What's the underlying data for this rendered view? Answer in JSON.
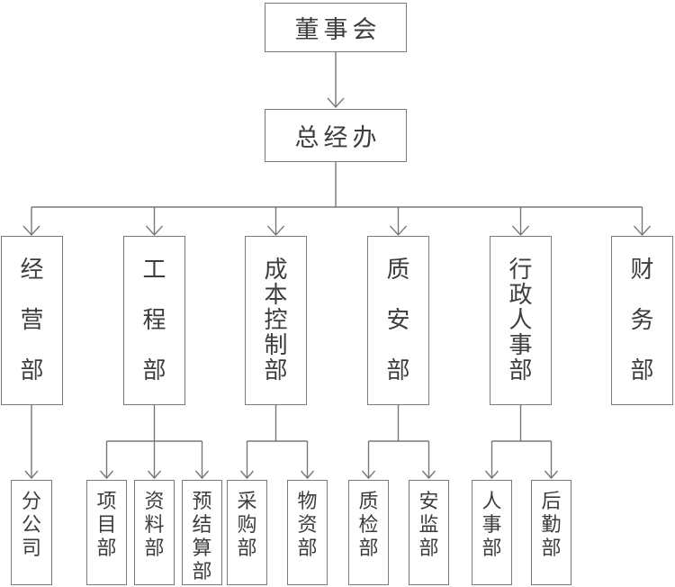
{
  "diagram": {
    "type": "org-chart",
    "title": "",
    "nodes": {
      "board": {
        "label": "董事会",
        "level": 1
      },
      "gm_office": {
        "label": "总经办",
        "level": 2
      },
      "business": {
        "label": "经营部",
        "level": 3
      },
      "engineering": {
        "label": "工程部",
        "level": 3
      },
      "cost_control": {
        "label": "成本控制部",
        "level": 3
      },
      "quality_safety": {
        "label": "质安部",
        "level": 3
      },
      "admin_hr": {
        "label": "行政人事部",
        "level": 3
      },
      "finance": {
        "label": "财务部",
        "level": 3
      },
      "branch_company": {
        "label": "分公司",
        "level": 4
      },
      "project": {
        "label": "项目部",
        "level": 4
      },
      "documentation": {
        "label": "资料部",
        "level": 4
      },
      "budget_settlement": {
        "label": "预结算部",
        "level": 4
      },
      "procurement": {
        "label": "采购部",
        "level": 4
      },
      "materials": {
        "label": "物资部",
        "level": 4
      },
      "quality_inspection": {
        "label": "质检部",
        "level": 4
      },
      "safety_supervision": {
        "label": "安监部",
        "level": 4
      },
      "hr": {
        "label": "人事部",
        "level": 4
      },
      "logistics": {
        "label": "后勤部",
        "level": 4
      }
    },
    "edges": [
      {
        "from": "board",
        "to": "gm_office"
      },
      {
        "from": "gm_office",
        "to": "business"
      },
      {
        "from": "gm_office",
        "to": "engineering"
      },
      {
        "from": "gm_office",
        "to": "cost_control"
      },
      {
        "from": "gm_office",
        "to": "quality_safety"
      },
      {
        "from": "gm_office",
        "to": "admin_hr"
      },
      {
        "from": "gm_office",
        "to": "finance"
      },
      {
        "from": "business",
        "to": "branch_company"
      },
      {
        "from": "engineering",
        "to": "project"
      },
      {
        "from": "engineering",
        "to": "documentation"
      },
      {
        "from": "engineering",
        "to": "budget_settlement"
      },
      {
        "from": "cost_control",
        "to": "procurement"
      },
      {
        "from": "cost_control",
        "to": "materials"
      },
      {
        "from": "quality_safety",
        "to": "quality_inspection"
      },
      {
        "from": "quality_safety",
        "to": "safety_supervision"
      },
      {
        "from": "admin_hr",
        "to": "hr"
      },
      {
        "from": "admin_hr",
        "to": "logistics"
      }
    ]
  },
  "colors": {
    "background": "#ffffff",
    "line": "#787878",
    "box_border": "#7a7a7a",
    "text": "#3d3d3d"
  }
}
